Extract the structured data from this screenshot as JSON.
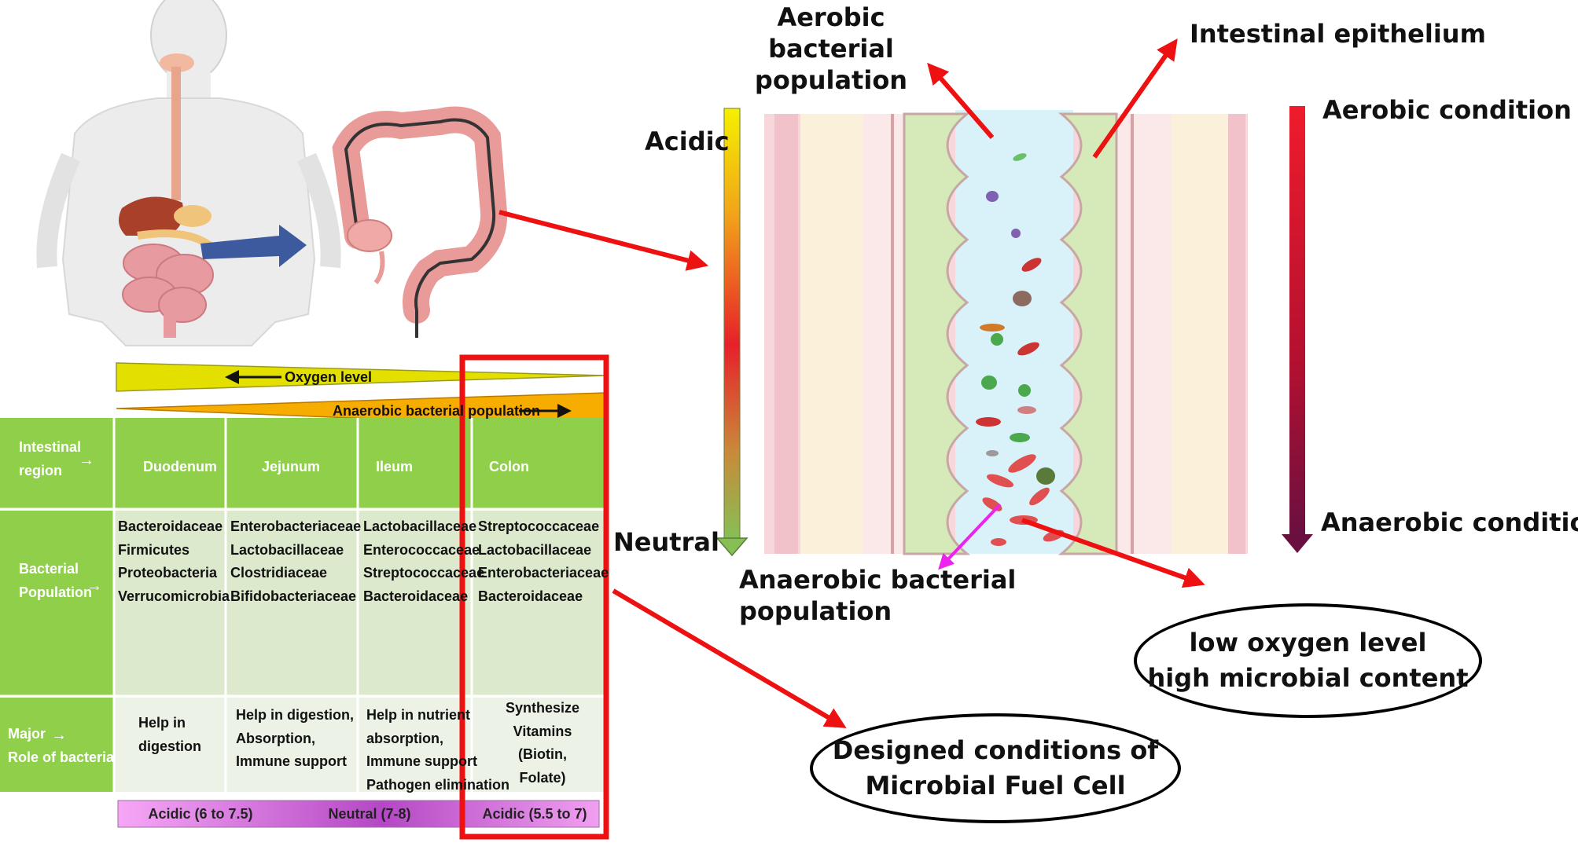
{
  "labels": {
    "aerobic_pop_top": "Aerobic bacterial\npopulation",
    "intestinal_epithelium": "Intestinal epithelium",
    "aerobic_condition": "Aerobic condition",
    "anaerobic_condition": "Anaerobic condition",
    "acidic": "Acidic",
    "neutral": "Neutral",
    "anaerobic_pop_bottom": "Anaerobic bacterial\npopulation",
    "low_oxygen_oval": "low oxygen level\nhigh microbial content",
    "mfc_oval": "Designed conditions of\nMicrobial Fuel Cell"
  },
  "gradients": {
    "oxygen_level": "Oxygen level",
    "anaerobic_population": "Anaerobic bacterial population"
  },
  "table": {
    "row_headers": {
      "region": "Intestinal\nregion",
      "population": "Bacterial\nPopulation",
      "role": "Major\nRole of bacteria"
    },
    "regions": [
      "Duodenum",
      "Jejunum",
      "Ileum",
      "Colon"
    ],
    "populations": [
      "Bacteroidaceae\nFirmicutes\nProteobacteria\nVerrucomicrobia",
      "Enterobacteriaceae\nLactobacillaceae\nClostridiaceae\nBifidobacteriaceae",
      "Lactobacillaceae\nEnterococcaceae\nStreptococcaceae\nBacteroidaceae",
      "Streptococcaceae\nLactobacillaceae\nEnterobacteriaceae\nBacteroidaceae"
    ],
    "roles": [
      "Help in\ndigestion",
      "Help in digestion,\nAbsorption,\nImmune support",
      "Help in nutrient\nabsorption,\nImmune support\nPathogen elimination",
      "Synthesize\nVitamins\n(Biotin,\nFolate)"
    ],
    "ph": [
      "Acidic (6 to 7.5)",
      "Neutral (7-8)",
      "Acidic (5.5 to 7)"
    ]
  },
  "colors": {
    "arrow_red": "#ee1111",
    "table_green": "#8fcf4a",
    "table_light": "#e9f3e1",
    "highlight": "#ee1111",
    "ph_pink": "#f2a0f2",
    "ph_purple": "#b64bc6",
    "blue_arrow": "#3d5a9e",
    "magenta_arrow": "#ee22ee"
  }
}
